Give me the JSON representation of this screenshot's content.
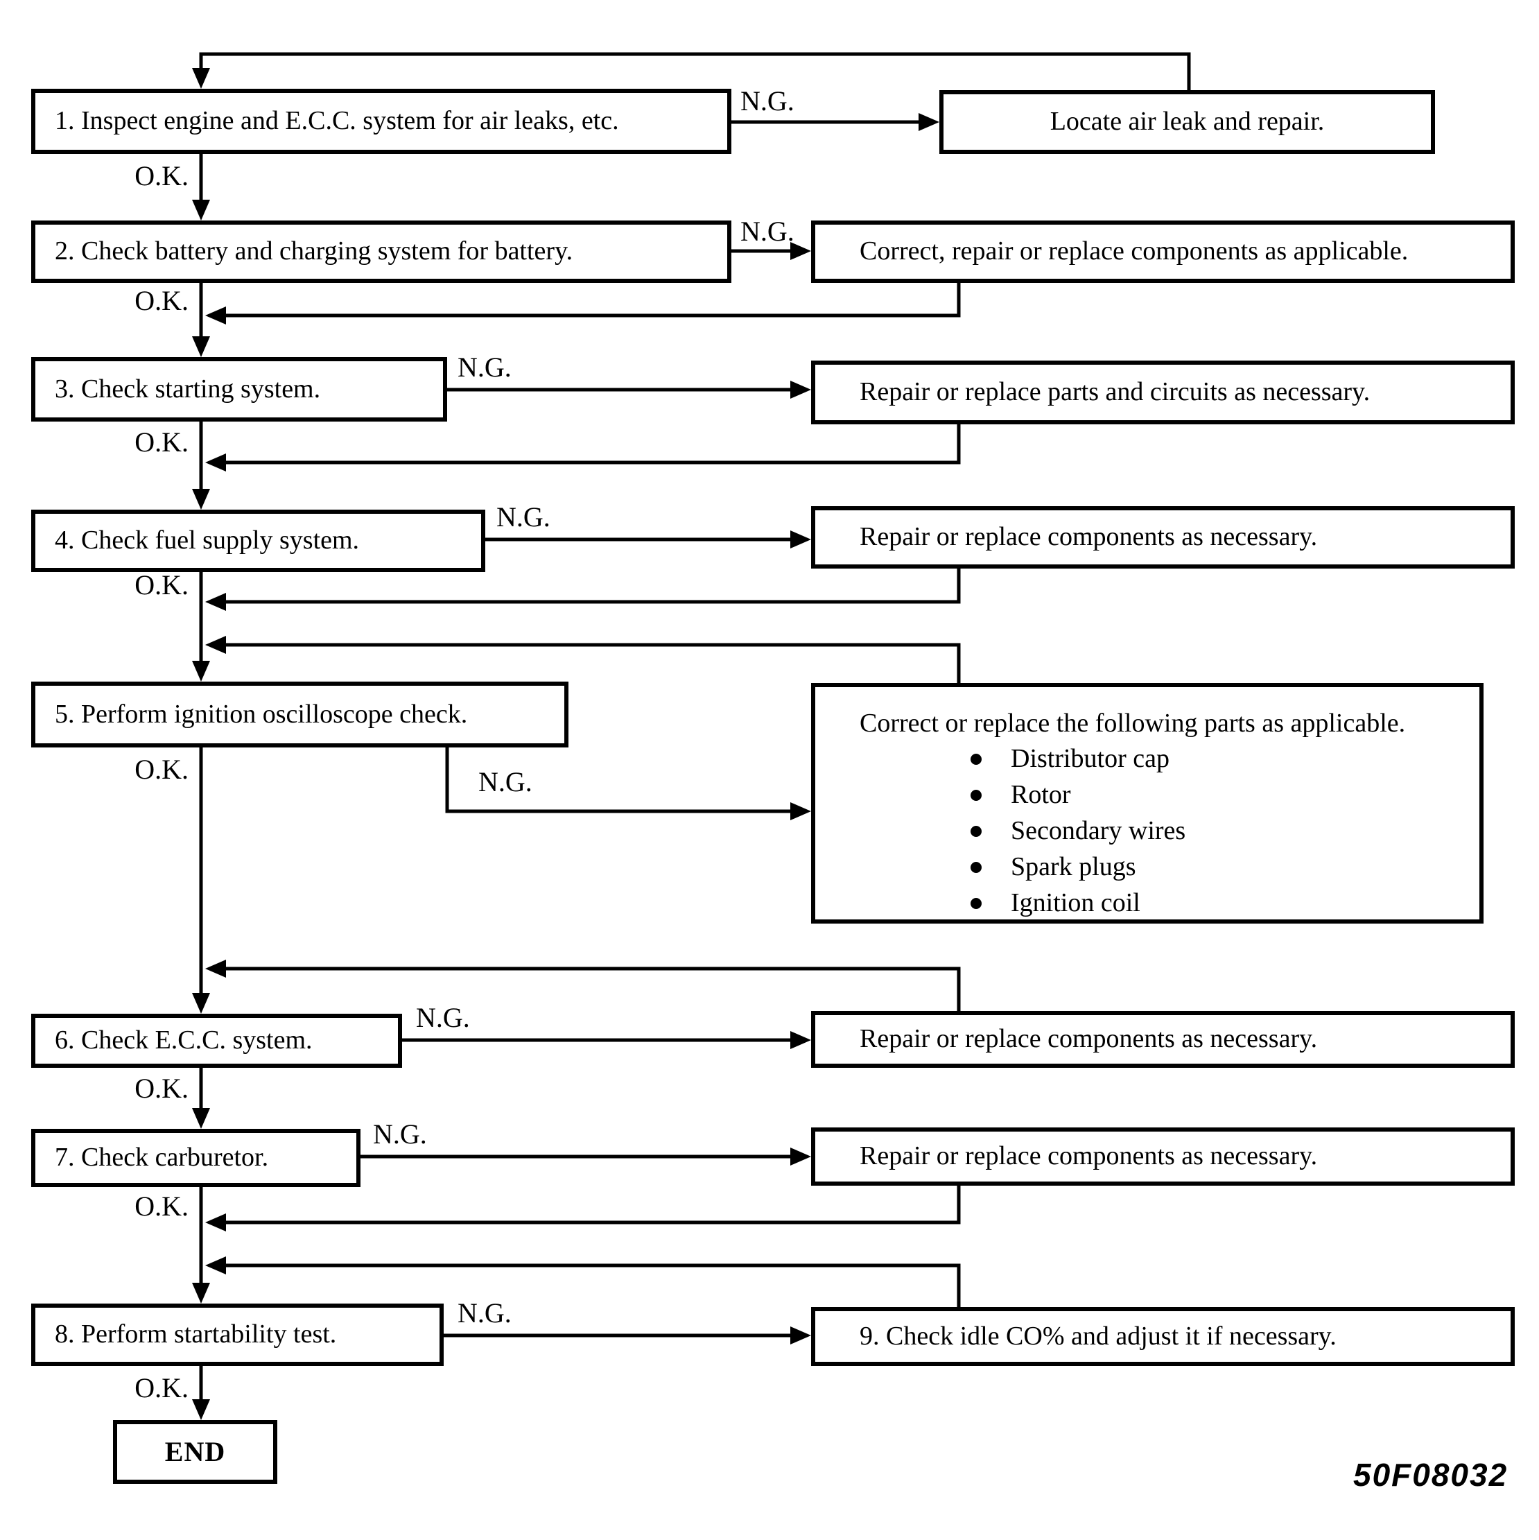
{
  "figure_code": "50F08032",
  "labels": {
    "ok": "O.K.",
    "ng": "N.G.",
    "end": "END"
  },
  "steps": [
    {
      "text": "1.  Inspect engine and E.C.C. system for air leaks, etc.",
      "action": "Locate air leak and repair."
    },
    {
      "text": "2.  Check battery and charging system for battery.",
      "action": "Correct, repair or replace components as applicable."
    },
    {
      "text": "3.  Check starting system.",
      "action": "Repair or replace parts and circuits as necessary."
    },
    {
      "text": "4.  Check fuel supply system.",
      "action": "Repair or replace components as necessary."
    },
    {
      "text": "5.  Perform ignition oscilloscope check.",
      "action": "Correct or replace the following parts as applicable.",
      "action_parts": [
        "Distributor cap",
        "Rotor",
        "Secondary wires",
        "Spark plugs",
        "Ignition coil"
      ]
    },
    {
      "text": "6.  Check E.C.C. system.",
      "action": "Repair or replace components as necessary."
    },
    {
      "text": "7.  Check carburetor.",
      "action": "Repair or replace components as necessary."
    },
    {
      "text": "8.  Perform startability test.",
      "action": "9.  Check idle CO% and adjust it if necessary."
    }
  ]
}
